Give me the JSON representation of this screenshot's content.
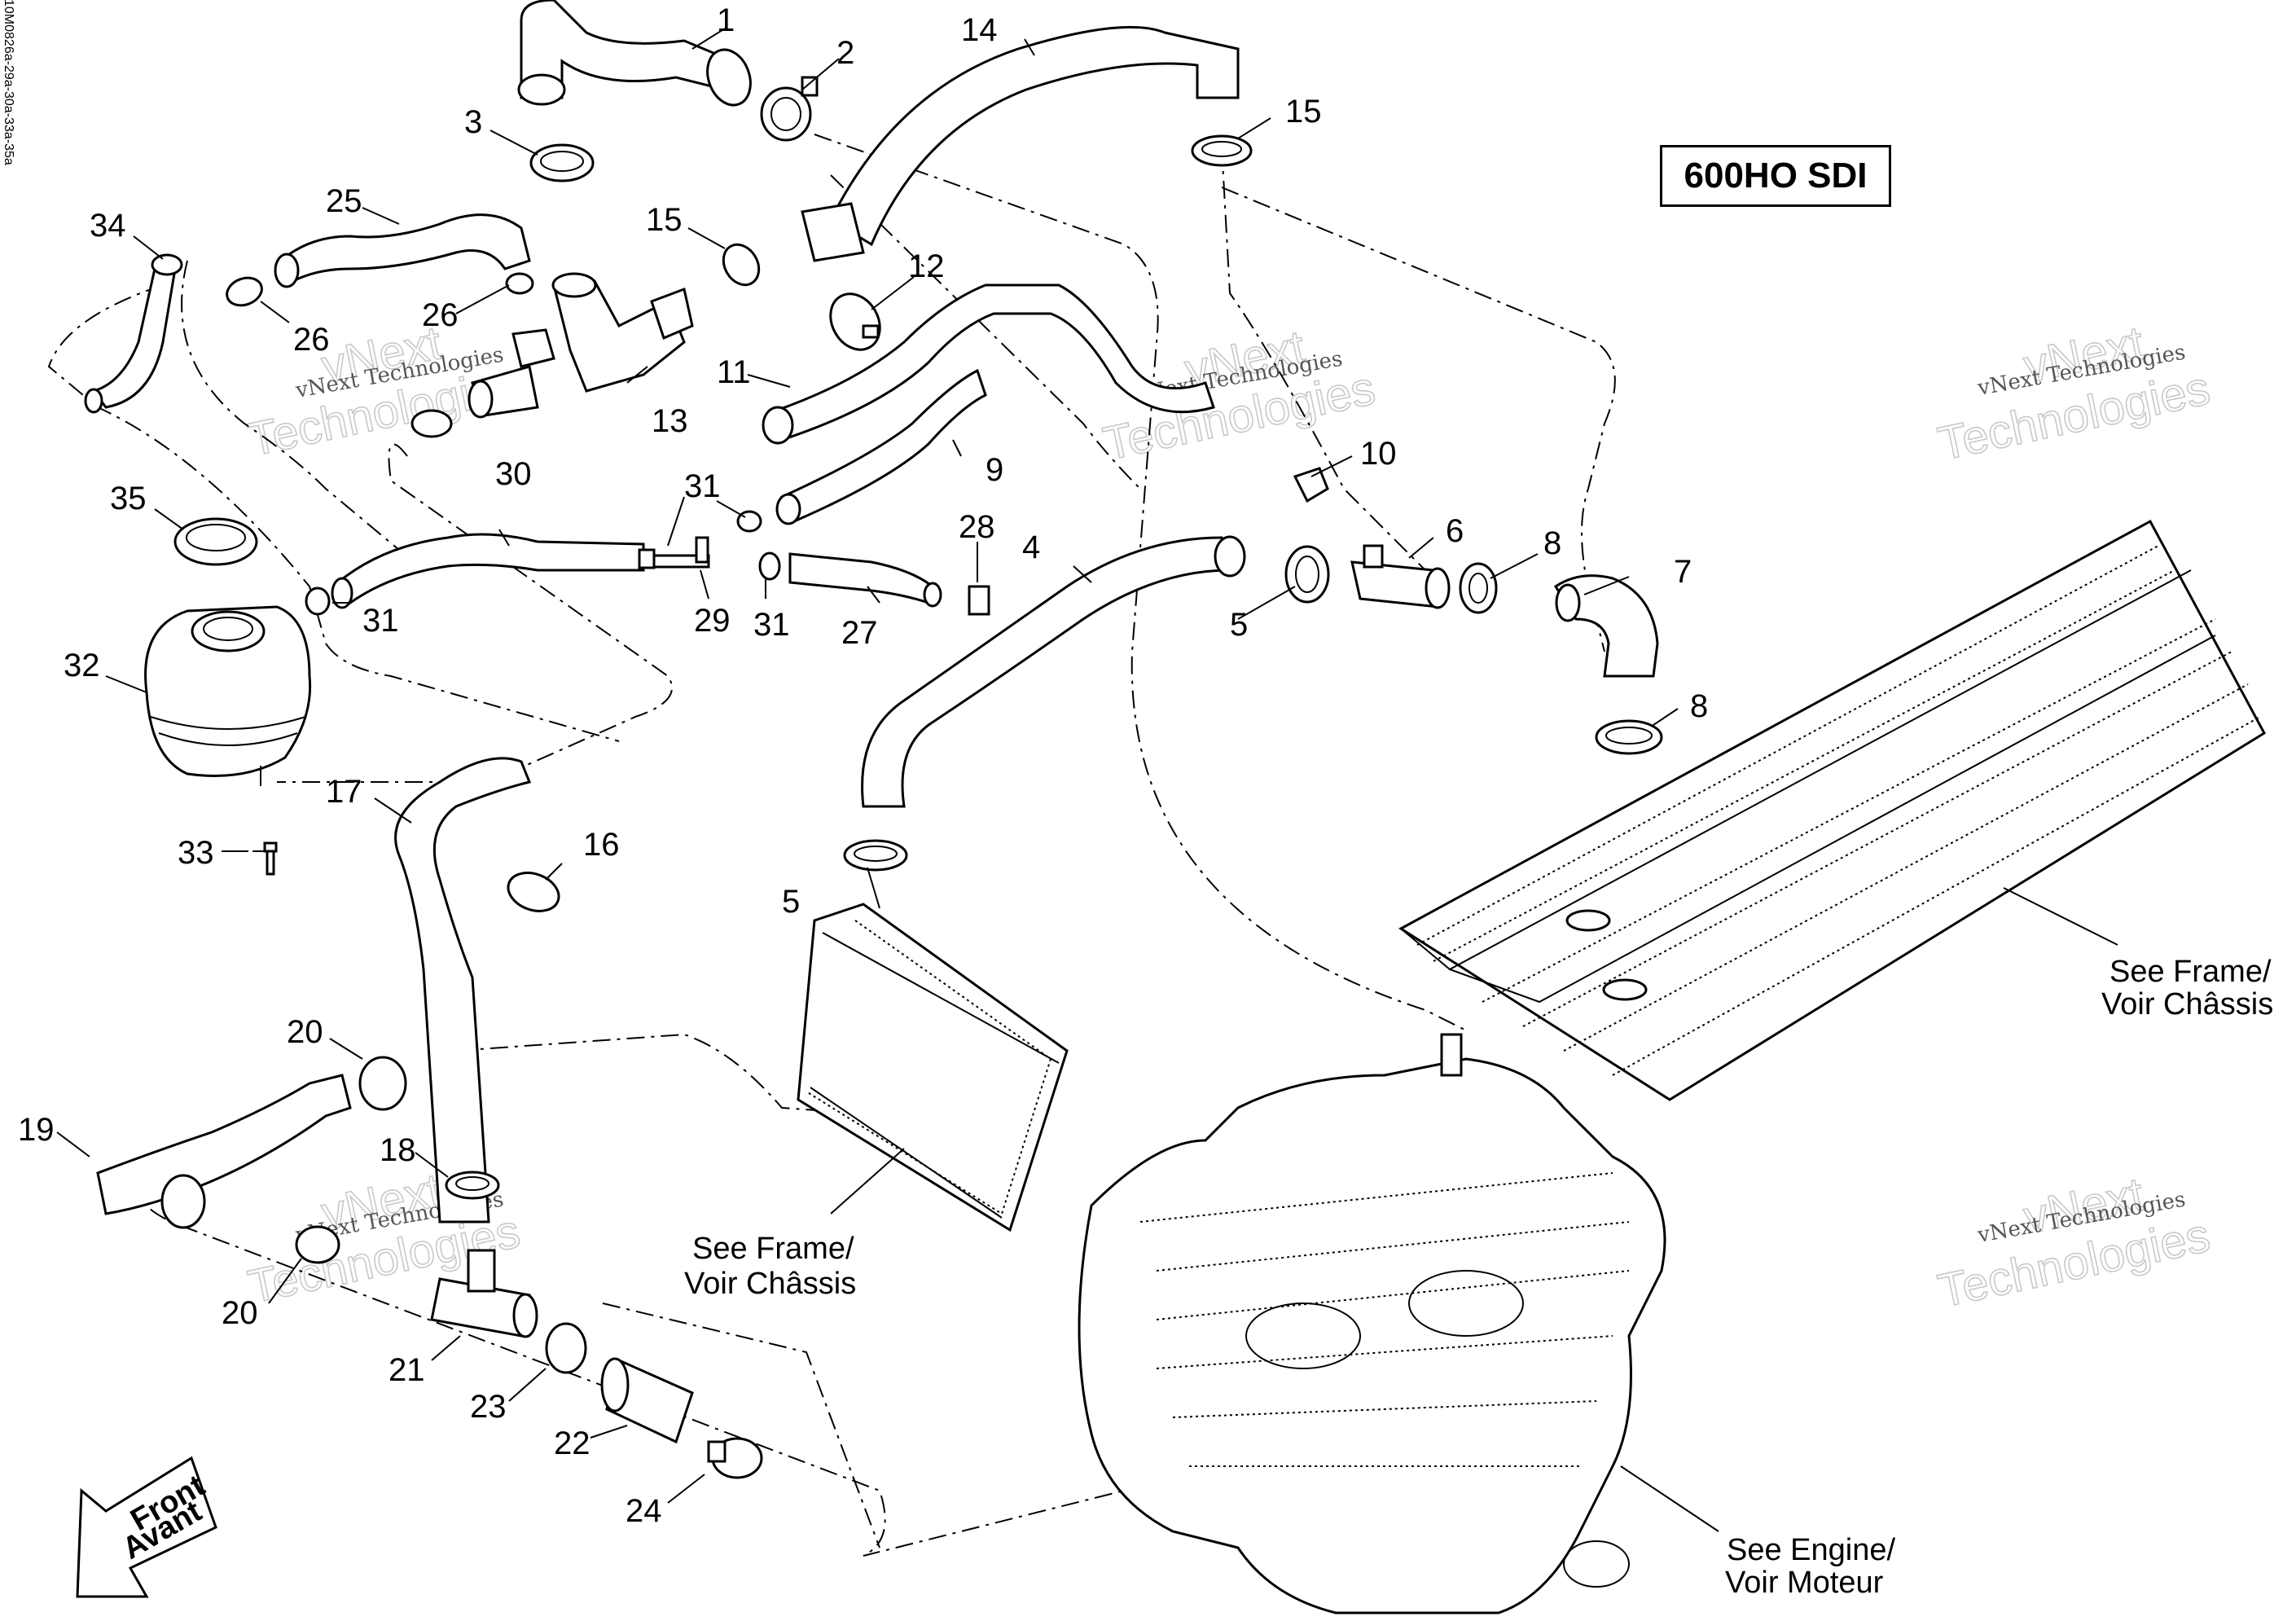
{
  "doc_code": "10M0826a-29a-30a-33a-35a",
  "model_label": "600HO SDI",
  "watermark": {
    "small": "vNext Technologies",
    "large_line1": "vNext",
    "large_line2": "Technologies"
  },
  "references": {
    "frame": [
      "See Frame/",
      "Voir Châssis"
    ],
    "engine": [
      "See Engine/",
      "Voir Moteur"
    ]
  },
  "front_arrow": [
    "Front",
    "Avant"
  ],
  "callouts": [
    "1",
    "2",
    "3",
    "4",
    "5",
    "5",
    "6",
    "7",
    "8",
    "8",
    "9",
    "10",
    "11",
    "12",
    "13",
    "14",
    "15",
    "15",
    "16",
    "17",
    "18",
    "19",
    "20",
    "20",
    "21",
    "22",
    "23",
    "24",
    "25",
    "26",
    "26",
    "27",
    "28",
    "29",
    "30",
    "31",
    "31",
    "31",
    "32",
    "33",
    "34",
    "35"
  ]
}
